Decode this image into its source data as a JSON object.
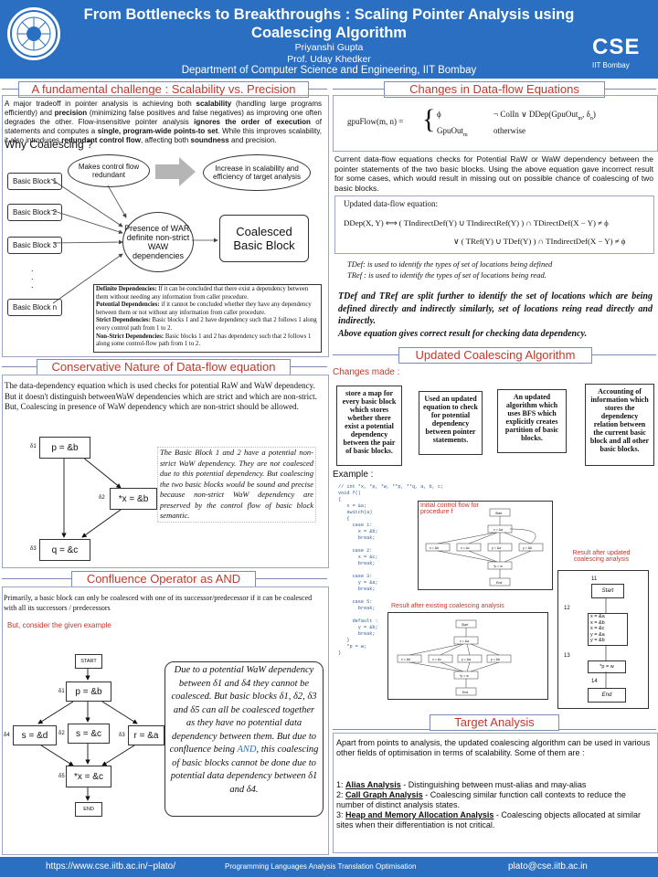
{
  "header": {
    "title": "From Bottlenecks to Breakthroughs : Scaling Pointer Analysis using Coalescing Algorithm",
    "author": "Priyanshi Gupta",
    "advisor": "Prof. Uday Khedker",
    "dept": "Department of Computer Science and Engineering, IIT Bombay",
    "logo_text": "CSE",
    "logo_tag": "IIT Bombay"
  },
  "sec1": {
    "title": "A fundamental challenge : Scalability vs. Precision",
    "body": "A major tradeoff in pointer analysis is achieving both scalability (handling large programs efficiently) and precision (minimizing false positives and false negatives) as improving one often degrades the other. Flow-insensitive pointer analysis ignores the order of execution of statements and computes a single, program-wide points-to set. While this improves scalability, it also introduces redundant control flow, affecting both soundness and precision.",
    "why": "Why Coalescing ?",
    "blocks": [
      "Basic Block 1",
      "Basic Block 2",
      "Basic Block 3",
      "Basic Block n"
    ],
    "dots": ".\n.\n.",
    "oval1": "Makes control flow redundant",
    "oval2": "Increase in scalability and efficiency of target analysis",
    "presence": "Presence of WAR, definite non-strict WAW dependencies",
    "coalesced": "Coalesced Basic Block",
    "defs": [
      {
        "term": "Definite Dependencies:",
        "text": " If it can be concluded that there exist a dependency between them without needing any information from caller procedure."
      },
      {
        "term": "Potential Dependencies:",
        "text": " if it cannot be concluded whether they have any dependency between them or not without any information from caller procedure."
      },
      {
        "term": "Strict Dependencies:",
        "text": " Basic blocks 1 and 2 have dependency such that 2 follows 1 along every control path from 1 to 2."
      },
      {
        "term": "Non-Strict Dependencies:",
        "text": " Basic blocks 1 and 2 has dependency such that 2 follows 1 along some control-flow path from 1 to 2."
      }
    ]
  },
  "sec2": {
    "title": "Conservative Nature of Data-flow equation",
    "body": "The data-dependency equation which is used checks for potential RaW and WaW dependency. But it doesn't distinguish betweenWaW dependencies which are strict and which are non-strict. But, Coalescing in presence of WaW dependency which are non-strict should be allowed.",
    "n1": "p = &b",
    "n2": "*x = &b",
    "n3": "q = &c",
    "l1": "δ1",
    "l2": "δ2",
    "l3": "δ3",
    "note": "The Basic Block 1 and 2 have a potential non-strict WaW dependency. They are not coalesced due to this potential dependency. But coalescing the two basic blocks would be sound and precise because non-strict WaW dependency are preserved by the control flow of basic block semantic."
  },
  "sec3": {
    "title": "Confluence Operator as AND",
    "body": "Primarily, a basic block can only be coalesced with one of its successor/predecessor if it can be coalesced with all its successors / predecessors",
    "consider": "But, consider the given example",
    "start": "START",
    "end": "END",
    "n1": "p = &b",
    "n2": "s = &d",
    "n3": "s = &c",
    "n4": "r = &a",
    "n5": "*x = &c",
    "l1": "δ1",
    "l2": "δ2",
    "l3": "δ3",
    "l4": "δ4",
    "l5": "δ5",
    "note_a": "Due to a potential WaW dependency between δ1 and δ4 they cannot be coalesced. But basic blocks δ1, δ2, δ3 and δ5 can all be coalesced together as they have no potential data dependency between them. But due to confluence being ",
    "note_and": "AND",
    "note_b": ", this coalescing of basic blocks cannot be done due to potential data dependency between δ1 and δ4."
  },
  "sec4": {
    "title": "Changes in Data-flow Equations",
    "eq_lhs": "gpuFlow(m, n)  =",
    "eq_c1": "ϕ",
    "eq_c1_cond": "¬ ColIn ∨ DDep(GpuOut",
    "eq_c2": "GpuOut",
    "eq_c2_cond": "otherwise",
    "body": "Current data-flow equations checks for Potential RaW or WaW dependency between the pointer statements of the two basic blocks. Using the above equation gave incorrect result for some cases, which would result in missing out on possible chance of coalescing of two basic blocks.",
    "updated": "Updated data-flow equation:",
    "eq2_a": "DDep(X, Y) ⟺ ( TIndirectDef(Y) ∪ TIndirectRef(Y) ) ∩ TDirectDef(X − Y) ≠ ϕ",
    "eq2_b": "∨ ( TRef(Y) ∪ TDef(Y) ) ∩ TIndirectDef(X − Y) ≠ ϕ",
    "tdef": "TDef: is used to identify the types of set of locations being defined",
    "tref": "TRef : is used to identify the types of set of locations being read.",
    "bold1": "TDef and TRef are split further to identify the set of locations which are being defined directly and indirectly similarly, set of locations reing read directly and indirectly.",
    "bold2": "Above equation gives correct result for checking data dependency."
  },
  "sec5": {
    "title": "Updated Coalescing Algorithm",
    "changes": "Changes made :",
    "boxes": [
      "store a map for every basic block which stores whether there exist a potential dependency between the pair of basic blocks.",
      "Used an updated equation to check for potential dependency between pointer statements.",
      "An updated algorithm which uses BFS which explicitly creates partition of basic blocks.",
      "Accounting of information which stores the dependency relation between the current basic block and all other basic blocks."
    ],
    "example": "Example :",
    "code": "// int *x, *p, *w, **p, **q, a, b, c;\nvoid f()\n{\n   x = &a;\n   switch(a)\n   {\n     case 1:\n       x = &b;\n       break;\n\n     case 2:\n       x = &c;\n       break;\n\n     case 3:\n       y = &a;\n       break;\n\n     case 5:\n       break;\n\n     default :\n       y = &b;\n       break;\n   }\n   *p = w;\n}",
    "initial_lbl": "Initial control flow for procedure f",
    "existing_lbl": "Result after existing coalescing analysis",
    "updated_lbl": "Result after updated coalescing analysis",
    "g_start": "Start",
    "g_end": "End",
    "u_11": "11",
    "u_12": "12",
    "u_13": "13",
    "u_14": "14",
    "u_stmts": "x = &a\nx = &b\nx = &c\ny = &a\ny = &b",
    "u_pw": "*p = w",
    "u_start": "Start",
    "u_end": "End"
  },
  "sec6": {
    "title": "Target Analysis",
    "intro": "Apart from points to analysis, the updated coalescing algorithm can be used in various other fields of optimisation in terms of scalability. Some of them are :",
    "items": [
      {
        "num": "1:",
        "name": "Alias Analysis",
        "text": " - Distinguishing between must-alias and may-alias"
      },
      {
        "num": "2:",
        "name": "Call Graph Analysis",
        "text": " - Coalescing similar function call contexts to reduce the number of distinct analysis states."
      },
      {
        "num": "3:",
        "name": "Heap and Memory Allocation Analysis",
        "text": " - Coalescing objects allocated at similar sites when their differentiation is not critical."
      }
    ]
  },
  "footer": {
    "left": "https://www.cse.iitb.ac.in/~plato/",
    "center": "Programming Languages Analysis Translation Optimisation",
    "right": "plato@cse.iitb.ac.in"
  },
  "colors": {
    "header": "#2a6fc2",
    "title_red": "#c0392b",
    "code_blue": "#2c5aa0"
  }
}
